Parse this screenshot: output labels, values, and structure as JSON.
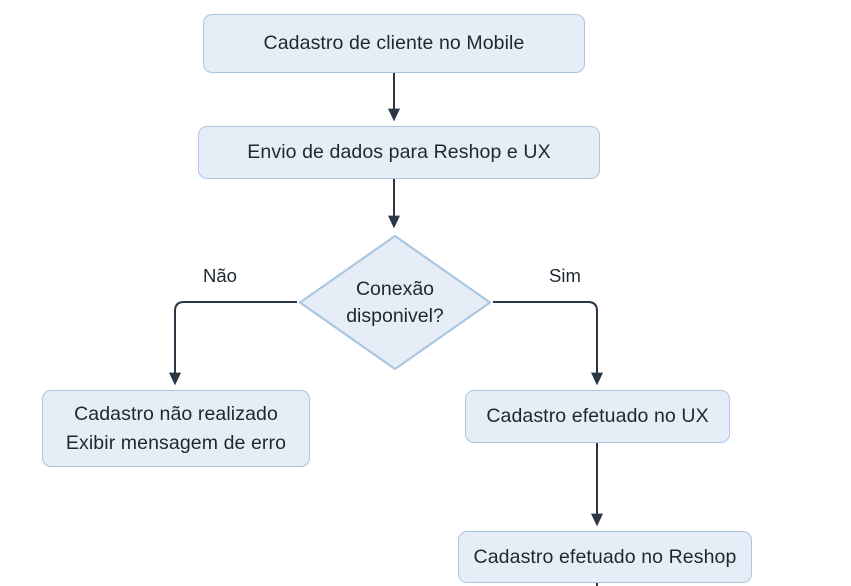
{
  "diagram": {
    "type": "flowchart",
    "title": "Cadastro de cliente no Mobile",
    "background_color": "#ffffff",
    "node_fill_color": "#e7edf6",
    "node_border_color": "#a9c7e3",
    "text_color": "#1f2733",
    "connector_color": "#2b3646",
    "nodes": [
      {
        "id": "start",
        "shape": "process",
        "label": "Cadastro de cliente no Mobile"
      },
      {
        "id": "envio",
        "shape": "process",
        "label": "Envio de dados para Reshop e UX"
      },
      {
        "id": "conexao",
        "shape": "decision",
        "label_line1": "Conexão",
        "label_line2": "disponivel?"
      },
      {
        "id": "erro",
        "shape": "process",
        "label_line1": "Cadastro não realizado",
        "label_line2": "Exibir mensagem de erro"
      },
      {
        "id": "cadastro_ux",
        "shape": "process",
        "label": "Cadastro efetuado no UX"
      },
      {
        "id": "cadastro_rsp",
        "shape": "process",
        "label": "Cadastro efetuado no Reshop"
      }
    ],
    "edges": [
      {
        "from": "start",
        "to": "envio",
        "label": ""
      },
      {
        "from": "envio",
        "to": "conexao",
        "label": ""
      },
      {
        "from": "conexao",
        "to": "erro",
        "label": "Não"
      },
      {
        "from": "conexao",
        "to": "cadastro_ux",
        "label": "Sim"
      },
      {
        "from": "cadastro_ux",
        "to": "cadastro_rsp",
        "label": ""
      }
    ],
    "edge_labels": {
      "nao": "Não",
      "sim": "Sim"
    }
  }
}
